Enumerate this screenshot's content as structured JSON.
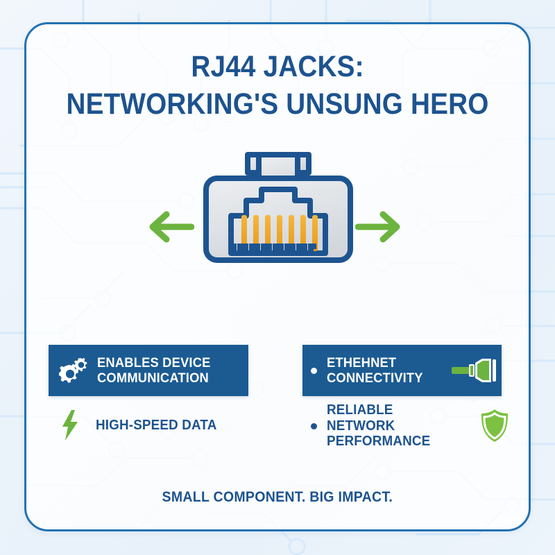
{
  "poster": {
    "title_line1": "RJ44 JACKS:",
    "title_line2": "NETWORKING'S UNSUNG HERO",
    "footer": "SMALL COMPONENT. BIG IMPACT."
  },
  "illustration": {
    "name": "rj45-ethernet-jack",
    "arrow_left": "arrow-left-icon",
    "arrow_right": "arrow-right-icon",
    "pin_count": 7,
    "colors": {
      "outline": "#1d5490",
      "body": "#dcdfe3",
      "pins": "#f0a830",
      "arrow": "#62b243"
    }
  },
  "features": [
    {
      "id": "enables-device-communication",
      "label": "ENABLES DEVICE\nCOMMUNICATION",
      "style": "banner",
      "icon": "gears-icon",
      "bullet": false
    },
    {
      "id": "ethehnet-connectivity",
      "label": "ETHEHNET\nCONNECTIVITY",
      "style": "banner",
      "icon": "plug-icon",
      "bullet": true
    },
    {
      "id": "high-speed-data",
      "label": "HIGH-SPEED DATA",
      "style": "plain",
      "icon": "lightning-bolt-icon",
      "bullet": false
    },
    {
      "id": "reliable-network-performance",
      "label": "RELIABLE NETWORK\nPERFORMANCE",
      "style": "plain",
      "icon": "shield-icon",
      "bullet": true
    }
  ],
  "theme": {
    "brand_blue": "#1d538f",
    "banner_blue": "#1b5b92",
    "border_blue": "#2272b4",
    "accent_green": "#6cb33f",
    "pin_gold": "#f0a830",
    "background": "#edf4fb",
    "circuit_trace": "#dceefb"
  }
}
